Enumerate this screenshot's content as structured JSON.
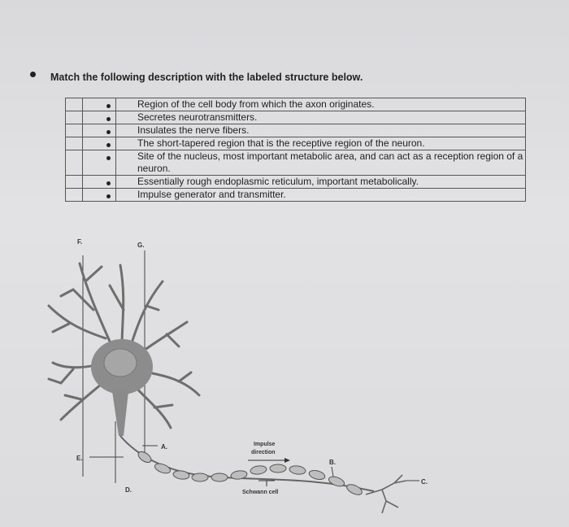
{
  "question": "Match the following description with the labeled structure below.",
  "rows": [
    {
      "text": "Region of the cell body from which the axon originates."
    },
    {
      "text": "Secretes neurotransmitters."
    },
    {
      "text": "Insulates the nerve fibers."
    },
    {
      "text": "The short-tapered region that is the receptive region of the neuron."
    },
    {
      "text": "Site of the nucleus, most important metabolic area, and can act as a reception region of a neuron."
    },
    {
      "text": "Essentially rough endoplasmic reticulum, important metabolically."
    },
    {
      "text": "Impulse generator and transmitter."
    }
  ],
  "diagram": {
    "labels": {
      "A": "A.",
      "B": "B.",
      "C": "C.",
      "D": "D.",
      "E": "E.",
      "F": "F.",
      "G": "G."
    },
    "impulse_line1": "Impulse",
    "impulse_line2": "direction",
    "schwann": "Schwann cell"
  }
}
